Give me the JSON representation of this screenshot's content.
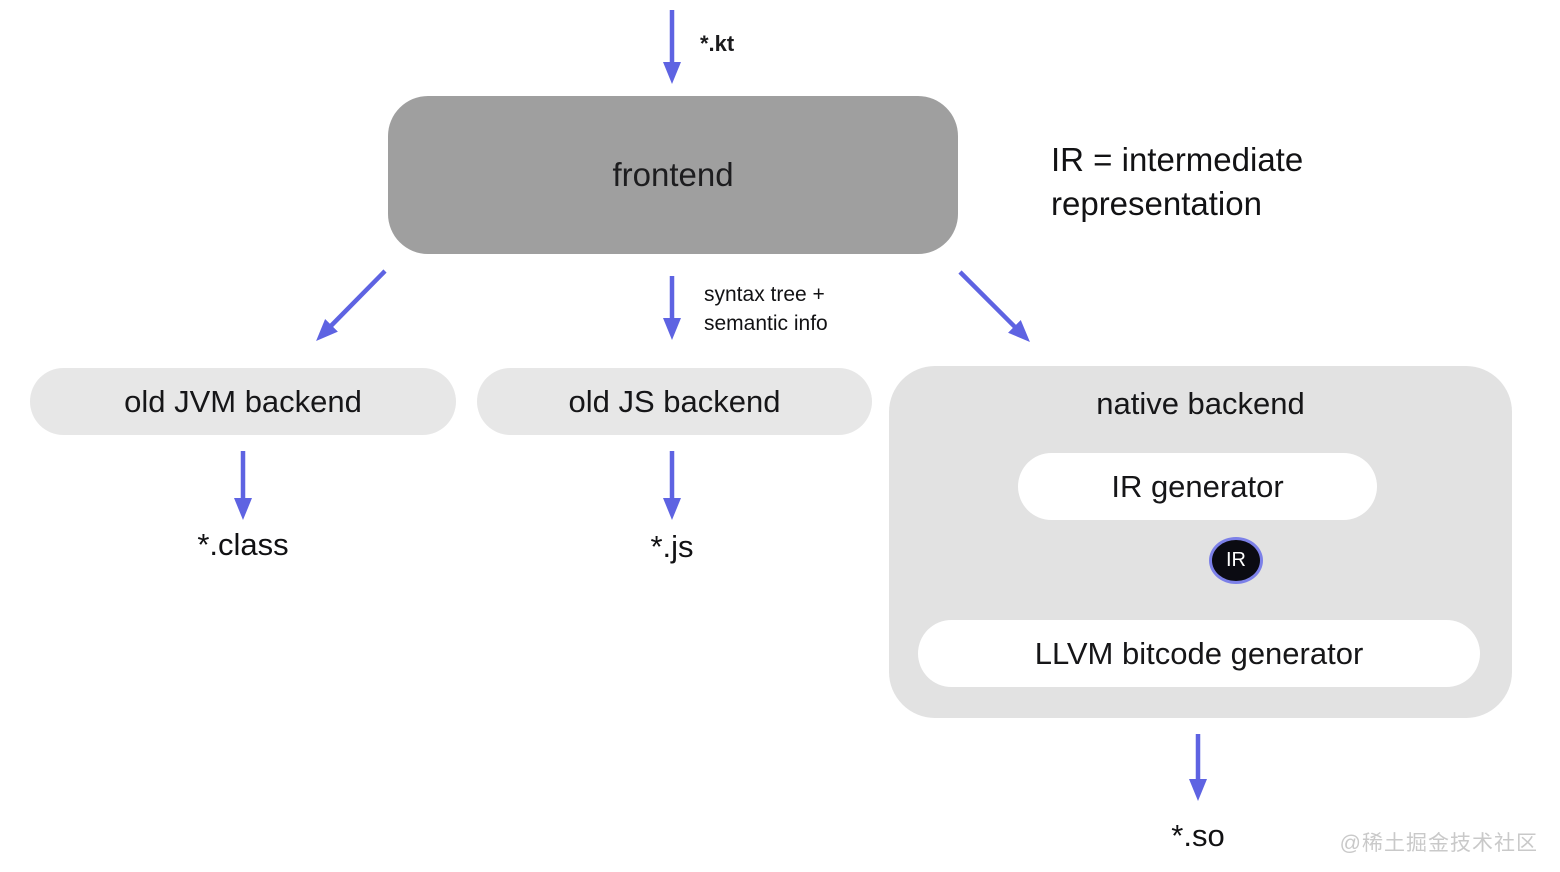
{
  "labels": {
    "input_file": "*.kt",
    "edge_line1": "syntax tree +",
    "edge_line2": "semantic info",
    "note_line1": "IR = intermediate",
    "note_line2": "representation",
    "output_jvm": "*.class",
    "output_js": "*.js",
    "output_native": "*.so"
  },
  "nodes": {
    "frontend": "frontend",
    "jvm_backend": "old JVM backend",
    "js_backend": "old JS backend",
    "native_backend": "native backend",
    "ir_generator": "IR generator",
    "ir_badge": "IR",
    "llvm_generator": "LLVM bitcode generator"
  },
  "watermark": "@稀土掘金技术社区",
  "colors": {
    "arrow": "#5e63e2",
    "frontend_fill": "#9f9f9f",
    "pill_fill": "#e7e7e7",
    "container_fill": "#e2e2e2",
    "inner_node_fill": "#ffffff",
    "badge_fill": "#0b0b12",
    "badge_border": "#7c80e8",
    "text": "#1b1b1d",
    "watermark_text": "#c9c9c9",
    "background": "#ffffff"
  }
}
